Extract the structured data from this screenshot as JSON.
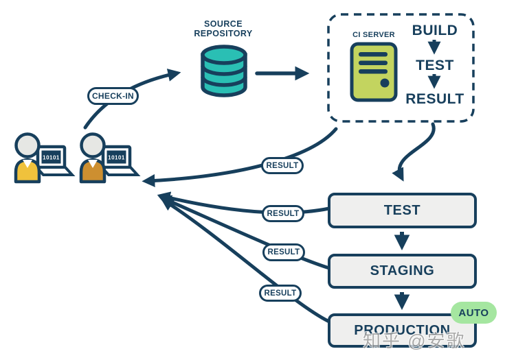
{
  "repository": {
    "line1": "SOURCE",
    "line2": "REPOSITORY"
  },
  "checkin": {
    "label": "CHECK-IN"
  },
  "ci_server": {
    "label": "CI SERVER",
    "steps": [
      {
        "label": "BUILD"
      },
      {
        "label": "TEST"
      },
      {
        "label": "RESULT"
      }
    ]
  },
  "results": [
    {
      "label": "RESULT"
    },
    {
      "label": "RESULT"
    },
    {
      "label": "RESULT"
    },
    {
      "label": "RESULT"
    }
  ],
  "environments": [
    {
      "label": "TEST"
    },
    {
      "label": "STAGING"
    },
    {
      "label": "PRODUCTION",
      "badge": "AUTO"
    }
  ],
  "developers": [
    {
      "screen_code": "10101"
    },
    {
      "screen_code": "10101"
    }
  ],
  "watermark": {
    "text": "知乎 @安歌"
  },
  "colors": {
    "navy": "#173f5c",
    "teal": "#2abfb4",
    "server_green": "#c3d45f",
    "auto_green": "#a5e6a0",
    "env_box_fill": "#efefee",
    "shirt_yellow": "#f0c23c",
    "shirt_orange": "#cd8f30",
    "head_gray": "#e6e7e4",
    "pill_bg": "#ffffff"
  }
}
